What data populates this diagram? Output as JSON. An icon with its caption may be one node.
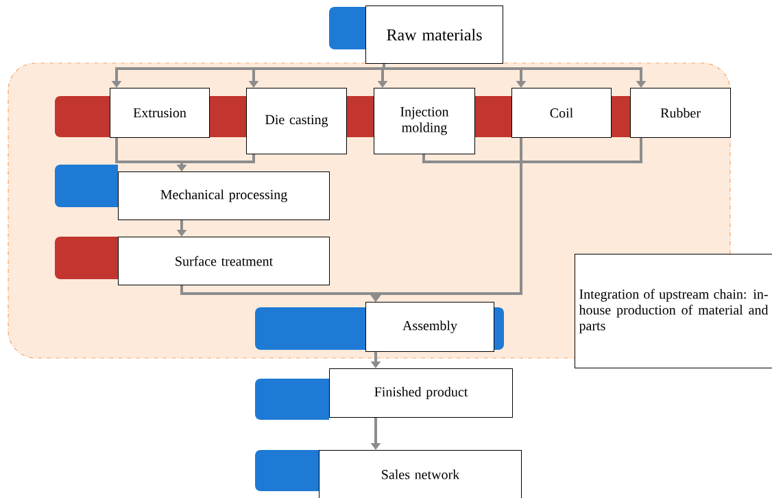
{
  "diagram": {
    "nodes": [
      {
        "text": [
          "Raw materials"
        ]
      },
      {
        "text": [
          "Extrusion"
        ]
      },
      {
        "text": [
          "Die casting"
        ]
      },
      {
        "text": [
          "Injection molding"
        ]
      },
      {
        "text": [
          "Coil"
        ]
      },
      {
        "text": [
          "Rubber"
        ]
      },
      {
        "text": [
          "Mechanical processing"
        ]
      },
      {
        "text": [
          "Surface treatment"
        ]
      },
      {
        "text": [
          "Assembly"
        ]
      },
      {
        "text": [
          "Integration of upstream chain: in-house production of material and parts"
        ]
      },
      {
        "text": [
          "Finished product"
        ]
      },
      {
        "text": [
          "Sales network"
        ]
      }
    ],
    "edges": [
      {
        "from": 0,
        "to": 1,
        "arrow": "to"
      },
      {
        "from": 0,
        "to": 2,
        "arrow": "to"
      },
      {
        "from": 0,
        "to": 3,
        "arrow": "to"
      },
      {
        "from": 0,
        "to": 4,
        "arrow": "to"
      },
      {
        "from": 0,
        "to": 5,
        "arrow": "to"
      },
      {
        "from": 1,
        "to": 6,
        "arrow": "to"
      },
      {
        "from": 2,
        "to": 6,
        "arrow": "to"
      },
      {
        "from": 6,
        "to": 7,
        "arrow": "to"
      },
      {
        "from": 7,
        "to": 8,
        "arrow": "to"
      },
      {
        "from": 3,
        "to": 8,
        "arrow": "to"
      },
      {
        "from": 4,
        "to": 8,
        "arrow": "to"
      },
      {
        "from": 5,
        "to": 8,
        "arrow": "to"
      },
      {
        "from": 8,
        "to": 10,
        "arrow": "to"
      },
      {
        "from": 10,
        "to": 11,
        "arrow": "to"
      }
    ]
  }
}
